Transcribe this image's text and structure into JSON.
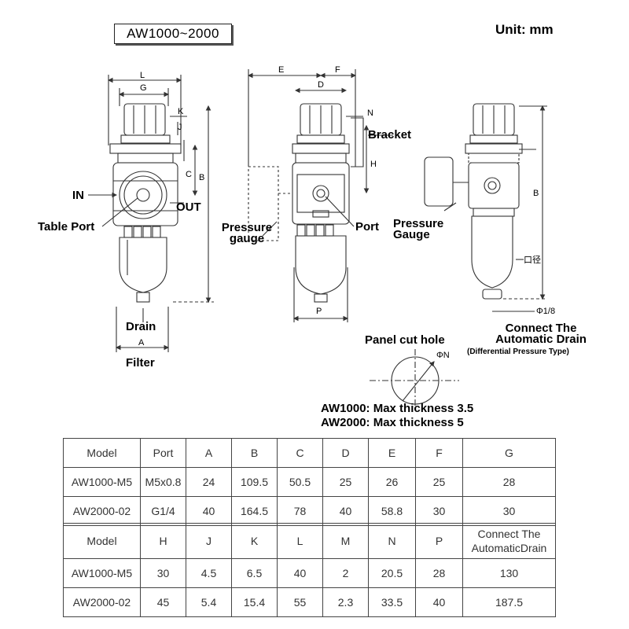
{
  "title": "AW1000~2000",
  "unit": "Unit: mm",
  "labels": {
    "in": "IN",
    "out": "OUT",
    "table_port": "Table Port",
    "drain": "Drain",
    "filter": "Filter",
    "bracket": "Bracket",
    "pressure_gauge_mid": "Pressure gauge",
    "port": "Port",
    "pressure_gauge_right": "Pressure Gauge",
    "connect_drain": "Connect The Automatic Drain",
    "diff_pressure": "(Differential Pressure Type)",
    "panel_cut_hole": "Panel cut hole",
    "max1": "AW1000: Max thickness 3.5",
    "max2": "AW2000: Max thickness 5"
  },
  "dims": {
    "L": "L",
    "G": "G",
    "K": "K",
    "J": "J",
    "C": "C",
    "B": "B",
    "A": "A",
    "E": "E",
    "D": "D",
    "F": "F",
    "N": "N",
    "H": "H",
    "P": "P",
    "B_right": "B",
    "square": "口径",
    "phi18": "Φ1/8",
    "phiN": "ΦN"
  },
  "table1": {
    "headers": [
      "Model",
      "Port",
      "A",
      "B",
      "C",
      "D",
      "E",
      "F",
      "G"
    ],
    "rows": [
      [
        "AW1000-M5",
        "M5x0.8",
        "24",
        "109.5",
        "50.5",
        "25",
        "26",
        "25",
        "28"
      ],
      [
        "AW2000-02",
        "G1/4",
        "40",
        "164.5",
        "78",
        "40",
        "58.8",
        "30",
        "30"
      ]
    ]
  },
  "table2": {
    "headers": [
      "Model",
      "H",
      "J",
      "K",
      "L",
      "M",
      "N",
      "P",
      "Connect The AutomaticDrain"
    ],
    "rows": [
      [
        "AW1000-M5",
        "30",
        "4.5",
        "6.5",
        "40",
        "2",
        "20.5",
        "28",
        "130"
      ],
      [
        "AW2000-02",
        "45",
        "5.4",
        "15.4",
        "55",
        "2.3",
        "33.5",
        "40",
        "187.5"
      ]
    ]
  }
}
